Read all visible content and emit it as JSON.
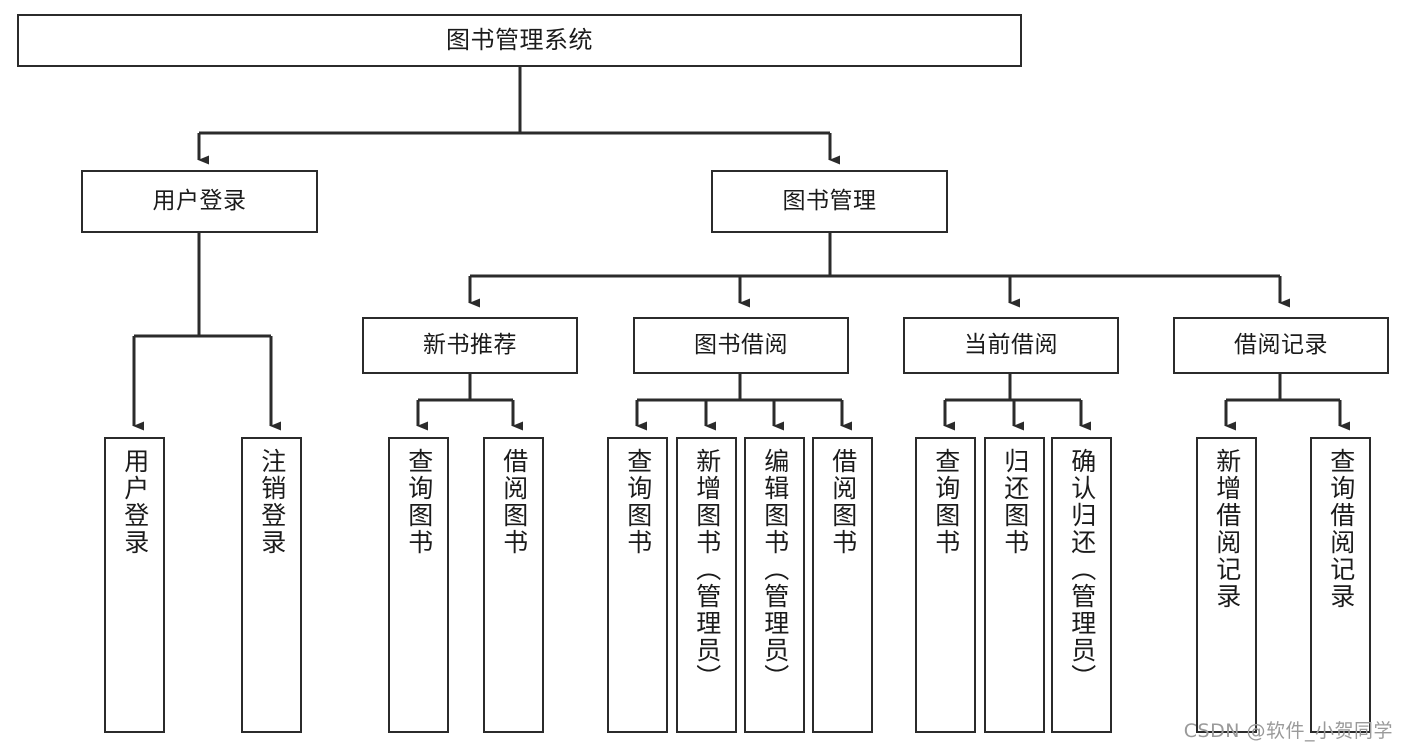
{
  "diagram": {
    "title": "图书管理系统",
    "type": "tree",
    "watermark": "CSDN @软件_小贺同学",
    "colors": {
      "stroke": "#2b2b2b",
      "fill": "#ffffff",
      "text": "#1b1b1b",
      "watermark": "#9a9a9a"
    },
    "nodes": {
      "root": {
        "label": "图书管理系统"
      },
      "level2": [
        {
          "label": "用户登录"
        },
        {
          "label": "图书管理"
        }
      ],
      "level3": [
        {
          "label": "新书推荐"
        },
        {
          "label": "图书借阅"
        },
        {
          "label": "当前借阅"
        },
        {
          "label": "借阅记录"
        }
      ],
      "leaves": {
        "user_login": [
          {
            "label": "用户登录"
          },
          {
            "label": "注销登录"
          }
        ],
        "new_book_recommend": [
          {
            "label": "查询图书"
          },
          {
            "label": "借阅图书"
          }
        ],
        "book_borrow": [
          {
            "label": "查询图书"
          },
          {
            "label": "新增图书（管理员）"
          },
          {
            "label": "编辑图书（管理员）"
          },
          {
            "label": "借阅图书"
          }
        ],
        "current_borrow": [
          {
            "label": "查询图书"
          },
          {
            "label": "归还图书"
          },
          {
            "label": "确认归还（管理员）"
          }
        ],
        "borrow_record": [
          {
            "label": "新增借阅记录"
          },
          {
            "label": "查询借阅记录"
          }
        ]
      }
    }
  }
}
